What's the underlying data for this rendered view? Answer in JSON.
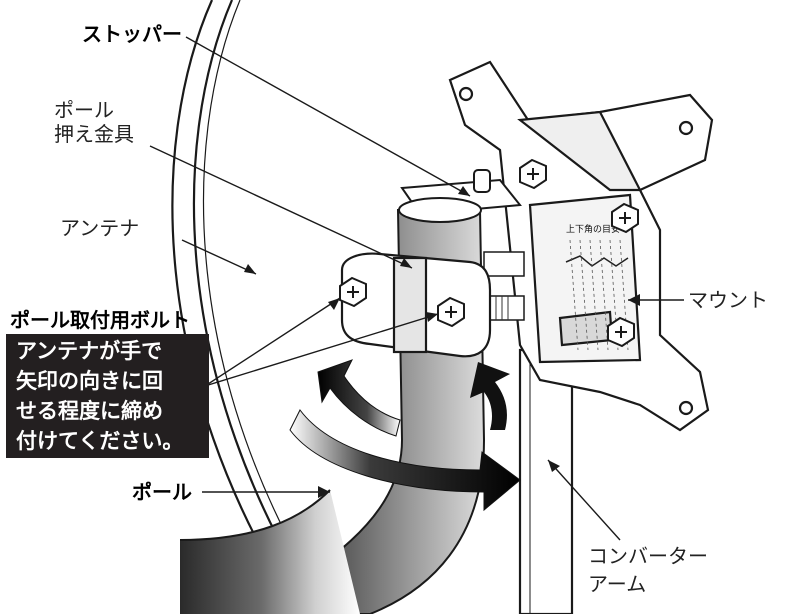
{
  "labels": {
    "stopper": "ストッパー",
    "pole_clamp_line1": "ポール",
    "pole_clamp_line2": "押え金具",
    "antenna": "アンテナ",
    "pole_bolt": "ポール取付用ボルト",
    "pole": "ポール",
    "mount": "マウント",
    "converter_arm_line1": "コンバーター",
    "converter_arm_line2": "アーム",
    "elevation_scale": "上下角の目安"
  },
  "note": {
    "lines": [
      "アンテナが手で",
      "矢印の向きに回",
      "せる程度に締め",
      "付けてください。"
    ]
  },
  "colors": {
    "line": "#1a1a1a",
    "note_bg": "#231f20",
    "metal": "#e9e9e9"
  }
}
